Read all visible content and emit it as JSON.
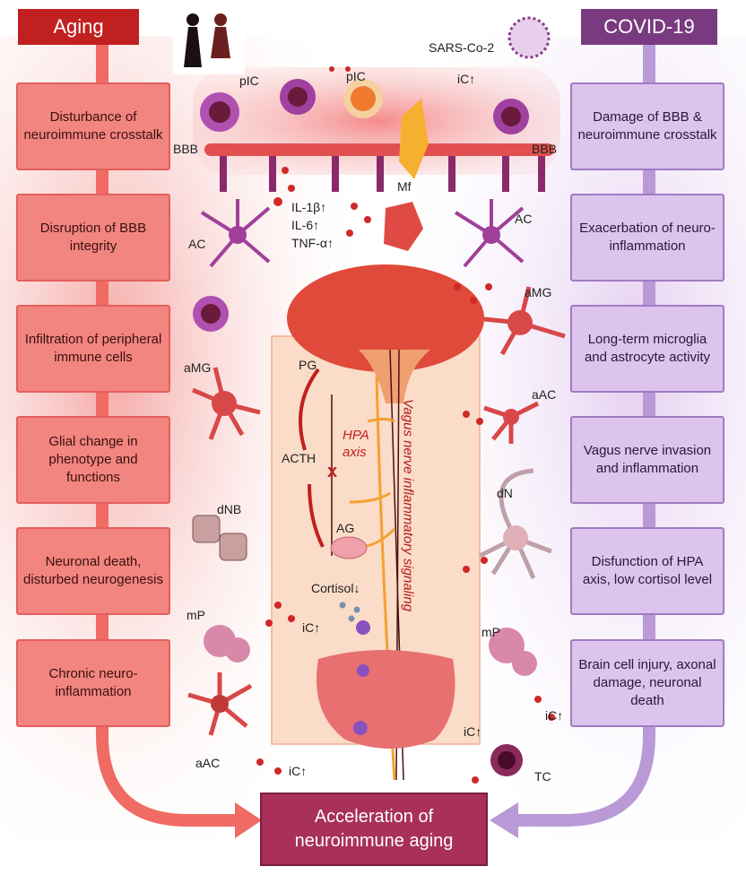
{
  "headers": {
    "left": "Aging",
    "right": "COVID-19"
  },
  "left_boxes": [
    "Disturbance of neuroimmune crosstalk",
    "Disruption of BBB integrity",
    "Infiltration of peripheral immune cells",
    "Glial change in phenotype and functions",
    "Neuronal death, disturbed neurogenesis",
    "Chronic neuro-inflammation"
  ],
  "right_boxes": [
    "Damage of BBB & neuroimmune crosstalk",
    "Exacerbation of neuro-inflammation",
    "Long-term microglia and astrocyte activity",
    "Vagus nerve invasion and inflammation",
    "Disfunction of HPA axis, low cortisol level",
    "Brain cell injury, axonal damage, neuronal death"
  ],
  "bottom": {
    "line1": "Acceleration of",
    "line2": "neuroimmune aging"
  },
  "labels": {
    "sars": "SARS-Co-2",
    "pic1": "pIC",
    "pic2": "pIC",
    "ic_top": "iC↑",
    "bbb_l": "BBB",
    "bbb_r": "BBB",
    "mf": "Mf",
    "ac_l": "AC",
    "ac_r": "AC",
    "il1": "IL-1β↑",
    "il6": "IL-6↑",
    "tnf": "TNF-α↑",
    "amg_l": "aMG",
    "amg_r": "aMG",
    "aac_r": "aAC",
    "dnb": "dNB",
    "dn": "dN",
    "mp_l": "mP",
    "mp_r": "mP",
    "aac_l": "aAC",
    "ic_l": "iC↑",
    "ic_bl": "iC↑",
    "ic_r": "iC↑",
    "ic_br": "iC↑",
    "tc": "TC",
    "pg": "PG",
    "acth": "ACTH",
    "ag": "AG",
    "cortisol": "Cortisol↓",
    "hpa1": "HPA",
    "hpa2": "axis",
    "vagus": "Vagus nerve inflammatory signaling"
  },
  "colors": {
    "aging": "#c0201f",
    "covid": "#7a3a80",
    "bottom": "#a8305a"
  }
}
